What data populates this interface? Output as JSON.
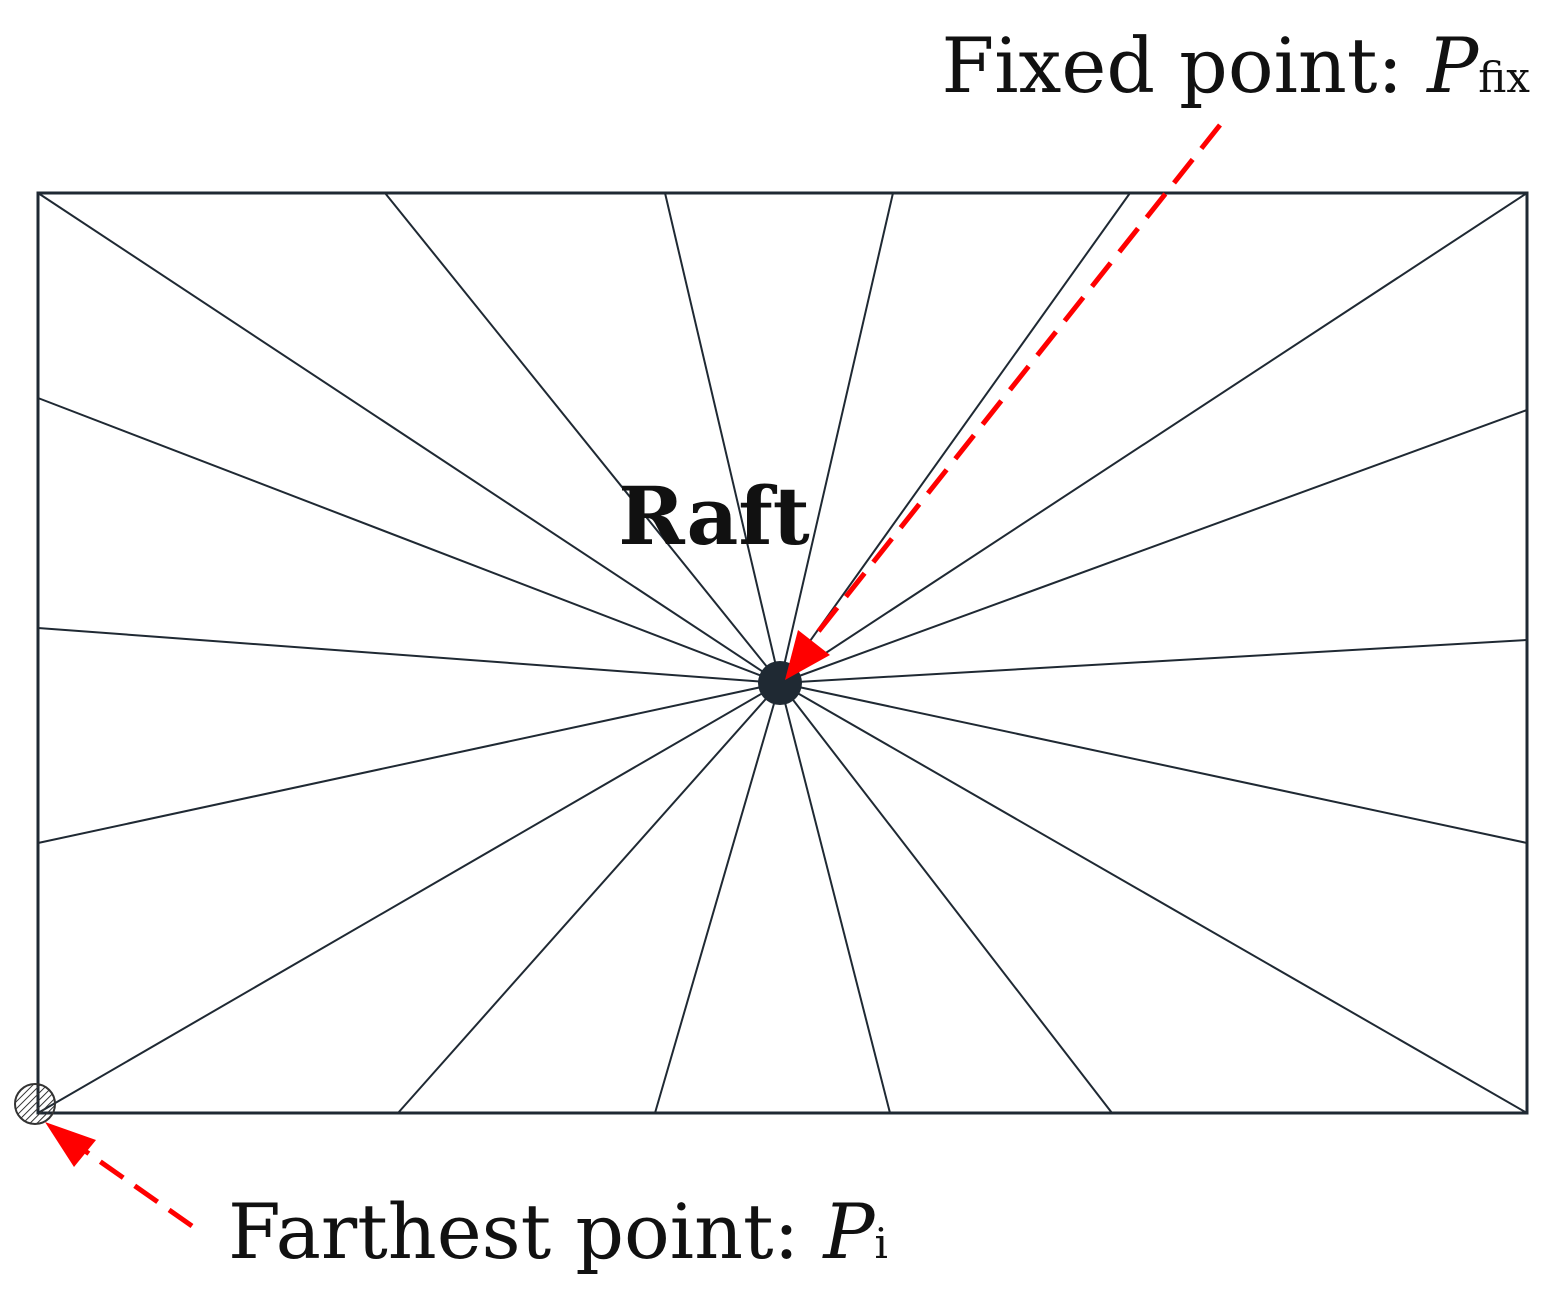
{
  "labels": {
    "fixed_point": "Fixed point: ",
    "fixed_symbol": "P",
    "fixed_subscript": "fix",
    "farthest_point": "Farthest point: ",
    "farthest_symbol": "P",
    "farthest_subscript": "i",
    "raft": "Raft"
  },
  "colors": {
    "line": "#1f2933",
    "arrow": "#ff0000",
    "center_dot": "#1f2933"
  }
}
